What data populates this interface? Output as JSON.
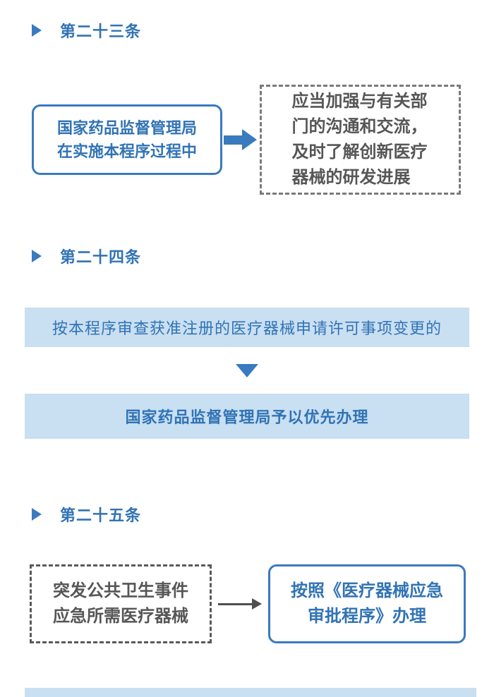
{
  "articles": {
    "a23": {
      "heading": "第二十三条",
      "left_box": "国家药品监督管理局在实施本程序过程中",
      "right_box": "应当加强与有关部门的沟通和交流，及时了解创新医疗器械的研发进展"
    },
    "a24": {
      "heading": "第二十四条",
      "condition_bar": "按本程序审查获准注册的医疗器械申请许可事项变更的",
      "result_bar": "国家药品监督管理局予以优先办理"
    },
    "a25": {
      "heading": "第二十五条",
      "left_box": "突发公共卫生事件应急所需医疗器械",
      "right_box": "按照《医疗器械应急审批程序》办理"
    }
  },
  "colors": {
    "accent_blue": "#3a7abf",
    "blue_text": "#3173b4",
    "light_blue_fill": "#c9dff2",
    "dashed_gray": "#7a7a7a",
    "dark_text": "#565656"
  }
}
